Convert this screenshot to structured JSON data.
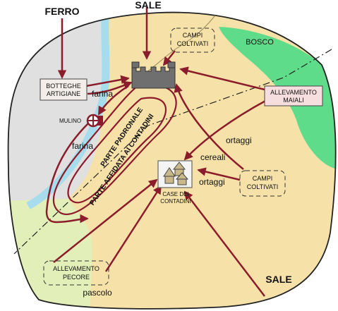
{
  "title": "",
  "colors": {
    "arrow": "#8b1c2c",
    "territory": "#f6e2a8",
    "grey_area": "#e0e0e0",
    "pasture": "#e3efb8",
    "forest": "#5fdc8a",
    "river": "#a6dcec",
    "castle": "#6f6f6f"
  },
  "icons": [
    "castle-icon",
    "mill-wheel-icon",
    "peasant-houses-icon"
  ],
  "labels": {
    "ferro": "FERRO",
    "sale_top": "SALE",
    "sale_bottom": "SALE",
    "bosco": "BOSCO",
    "botteghe_line1": "BOTTEGHE",
    "botteghe_line2": "ARTIGIANE",
    "mulino": "MULINO",
    "farina_upper": "farina",
    "farina_lower": "farina",
    "campi_top_line1": "CAMPI",
    "campi_top_line2": "COLTIVATI",
    "allevamento_maiali_line1": "ALLEVAMENTO",
    "allevamento_maiali_line2": "MAIALI",
    "ortaggi_upper": "ortaggi",
    "cereali": "cereali",
    "ortaggi_lower": "ortaggi",
    "campi_right_line1": "CAMPI",
    "campi_right_line2": "COLTIVATI",
    "case_line1": "CASE DEI",
    "case_line2": "CONTADINI",
    "parte_padronale": "PARTE PADRONALE",
    "parte_affidata": "PARTE AFFIDATA AI CONTADINI",
    "allevamento_pecore_line1": "ALLEVAMENTO",
    "allevamento_pecore_line2": "PECORE",
    "pascolo": "pascolo"
  }
}
